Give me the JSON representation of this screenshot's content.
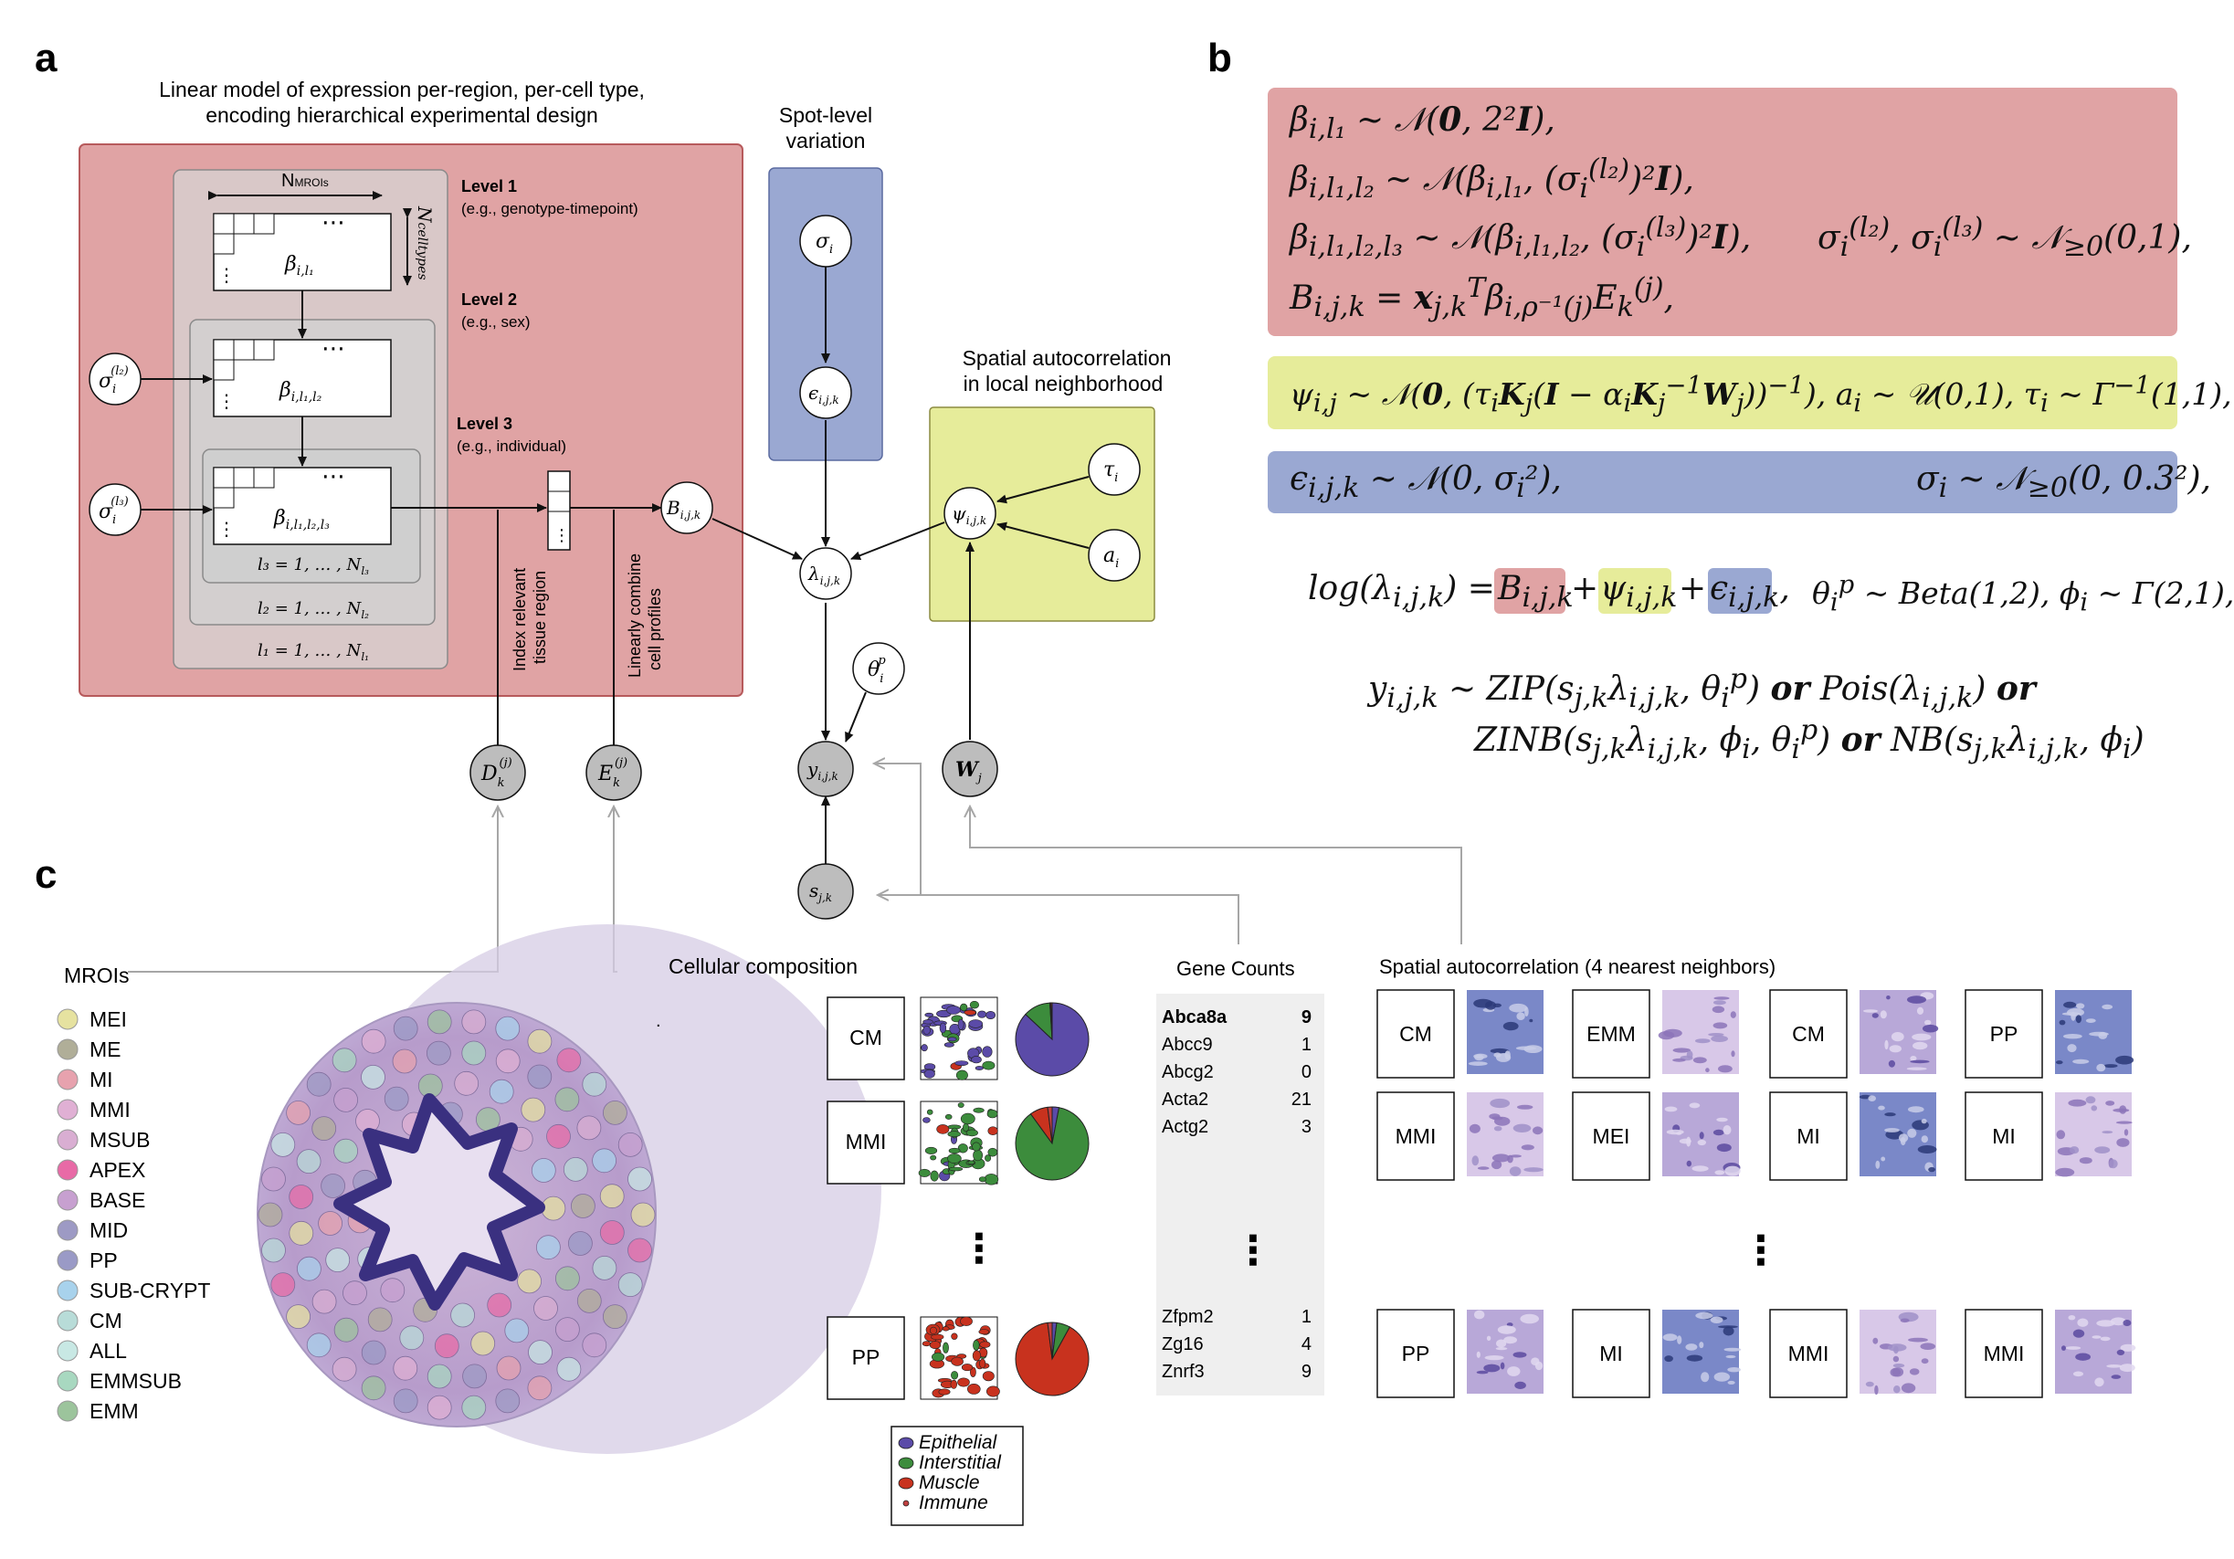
{
  "panel_labels": {
    "a": "a",
    "b": "b",
    "c": "c"
  },
  "panel_a": {
    "linear_model_title": [
      "Linear model of expression per-region, per-cell type,",
      "encoding hierarchical experimental design"
    ],
    "spot_level_title": [
      "Spot-level",
      "variation"
    ],
    "spatial_title": [
      "Spatial autocorrelation",
      "in local neighborhood"
    ],
    "n_mrois": "N",
    "n_mrois_sub": "MROIs",
    "n_celltypes": "N",
    "n_celltypes_sub": "celltypes",
    "ellipsis": "⋯",
    "vellipsis": "⋮",
    "levels": [
      {
        "title": "Level 1",
        "example": "(e.g., genotype-timepoint)",
        "beta": "β",
        "beta_sub": "i,l₁",
        "range": "l₁ = 1, … , N",
        "range_sub": "l₁"
      },
      {
        "title": "Level 2",
        "example": "(e.g., sex)",
        "beta": "β",
        "beta_sub": "i,l₁,l₂",
        "range": "l₂ = 1, … , N",
        "range_sub": "l₂"
      },
      {
        "title": "Level 3",
        "example": "(e.g., individual)",
        "beta": "β",
        "beta_sub": "i,l₁,l₂,l₃",
        "range": "l₃ = 1, … , N",
        "range_sub": "l₃"
      }
    ],
    "index_label": [
      "Index relevant",
      "tissue region"
    ],
    "combine_label": [
      "Linearly combine",
      "cell profiles"
    ],
    "nodes": {
      "sigma_l2": {
        "main": "σ",
        "sub": "i",
        "sup": "(l₂)"
      },
      "sigma_l3": {
        "main": "σ",
        "sub": "i",
        "sup": "(l₃)"
      },
      "B": {
        "main": "B",
        "sub": "i,j,k",
        "sup": ""
      },
      "sigma": {
        "main": "σ",
        "sub": "i",
        "sup": ""
      },
      "epsilon": {
        "main": "ϵ",
        "sub": "i,j,k",
        "sup": ""
      },
      "lambda": {
        "main": "λ",
        "sub": "i,j,k",
        "sup": ""
      },
      "psi": {
        "main": "ψ",
        "sub": "i,j,k",
        "sup": ""
      },
      "tau": {
        "main": "τ",
        "sub": "i",
        "sup": ""
      },
      "a": {
        "main": "a",
        "sub": "i",
        "sup": ""
      },
      "theta": {
        "main": "θ",
        "sub": "i",
        "sup": "p"
      },
      "y": {
        "main": "y",
        "sub": "i,j,k",
        "sup": ""
      },
      "D": {
        "main": "D",
        "sub": "k",
        "sup": "(j)"
      },
      "E": {
        "main": "E",
        "sub": "k",
        "sup": "(j)"
      },
      "W": {
        "main": "W",
        "sub": "j",
        "sup": ""
      },
      "s": {
        "main": "s",
        "sub": "j,k",
        "sup": ""
      }
    }
  },
  "panel_b": {
    "red": [
      "β<sub>i,l₁</sub> ~ 𝒩(<b>0</b>, 2²<b>I</b>),",
      "β<sub>i,l₁,l₂</sub> ~ 𝒩(β<sub>i,l₁</sub>, (σ<sub>i</sub><sup>(l₂)</sup>)²<b>I</b>),",
      "β<sub>i,l₁,l₂,l₃</sub> ~ 𝒩(β<sub>i,l₁,l₂</sub>, (σ<sub>i</sub><sup>(l₃)</sup>)²<b>I</b>),",
      "B<sub>i,j,k</sub> = <b>x</b><sub>j,k</sub><sup>T</sup>β<sub>i,ρ⁻¹(j)</sub>E<sub>k</sub><sup>(j)</sup>,"
    ],
    "red_side": "σ<sub>i</sub><sup>(l₂)</sup>, σ<sub>i</sub><sup>(l₃)</sup> ~ 𝒩<sub>≥0</sub>(0,1),",
    "yellow": "ψ<sub>i,j</sub> ~ 𝒩(<b>0</b>, (τ<sub>i</sub><b>K</b><sub>j</sub>(<b>I</b> − α<sub>i</sub><b>K</b><sub>j</sub><sup>−1</sup><b>W</b><sub>j</sub>))<sup>−1</sup>),  a<sub>i</sub> ~ 𝒰(0,1), τ<sub>i</sub> ~ Γ<sup>−1</sup>(1,1),",
    "blue_left": "ϵ<sub>i,j,k</sub> ~ 𝒩(0, σ<sub>i</sub>²),",
    "blue_right": "σ<sub>i</sub> ~ 𝒩<sub>≥0</sub>(0, 0.3²),",
    "log_lhs": "log(λ<sub>i,j,k</sub>) = ",
    "log_B": "B<sub>i,j,k</sub>",
    "log_psi": "ψ<sub>i,j,k</sub>",
    "log_eps": "ϵ<sub>i,j,k</sub>,",
    "plus": "+",
    "log_rhs": "θ<sub>i</sub><sup>p</sup> ~ Beta(1,2), ϕ<sub>i</sub> ~ Γ(2,1),",
    "y_line1": "y<sub>i,j,k</sub> ~ ZIP(s<sub>j,k</sub>λ<sub>i,j,k</sub>, θ<sub>i</sub><sup>p</sup>) <b>or</b> Pois(λ<sub>i,j,k</sub>) <b>or</b>",
    "y_line2": "ZINB(s<sub>j,k</sub>λ<sub>i,j,k</sub>, ϕ<sub>i</sub>, θ<sub>i</sub><sup>p</sup>) <b>or</b> NB(s<sub>j,k</sub>λ<sub>i,j,k</sub>, ϕ<sub>i</sub>)"
  },
  "panel_c": {
    "mrois_title": "MROIs",
    "legend": [
      {
        "label": "MEI",
        "color": "#e6e2a0"
      },
      {
        "label": "ME",
        "color": "#b0ae98"
      },
      {
        "label": "MI",
        "color": "#e7a2ae"
      },
      {
        "label": "MMI",
        "color": "#e0b0d4"
      },
      {
        "label": "MSUB",
        "color": "#d9aed2"
      },
      {
        "label": "APEX",
        "color": "#e86aa6"
      },
      {
        "label": "BASE",
        "color": "#c7a0d0"
      },
      {
        "label": "MID",
        "color": "#9d9ac4"
      },
      {
        "label": "PP",
        "color": "#9a9ac6"
      },
      {
        "label": "SUB-CRYPT",
        "color": "#a8d2ec"
      },
      {
        "label": "CM",
        "color": "#b8dcd8"
      },
      {
        "label": "ALL",
        "color": "#c8e8e4"
      },
      {
        "label": "EMMSUB",
        "color": "#a8d8c0"
      },
      {
        "label": "EMM",
        "color": "#9cc49c"
      }
    ],
    "cellular_title": "Cellular composition",
    "cell_rows": [
      {
        "label": "CM",
        "pie": [
          0.87,
          0.12,
          0.005,
          0.005
        ]
      },
      {
        "label": "MMI",
        "pie": [
          0.03,
          0.87,
          0.08,
          0.02
        ]
      },
      {
        "label": "PP",
        "pie": [
          0.02,
          0.06,
          0.9,
          0.02
        ]
      }
    ],
    "cell_legend": [
      {
        "label": "Epithelial",
        "color": "#5b4ba8"
      },
      {
        "label": "Interstitial",
        "color": "#3c8c3c"
      },
      {
        "label": "Muscle",
        "color": "#c8321e"
      },
      {
        "label": "Immune",
        "color": "#c04040"
      }
    ],
    "gene_title": "Gene Counts",
    "genes_top": [
      {
        "name": "Abca8a",
        "count": "9"
      },
      {
        "name": "Abcc9",
        "count": "1"
      },
      {
        "name": "Abcg2",
        "count": "0"
      },
      {
        "name": "Acta2",
        "count": "21"
      },
      {
        "name": "Actg2",
        "count": "3"
      }
    ],
    "genes_bottom": [
      {
        "name": "Zfpm2",
        "count": "1"
      },
      {
        "name": "Zg16",
        "count": "4"
      },
      {
        "name": "Znrf3",
        "count": "9"
      }
    ],
    "spatial_title": "Spatial autocorrelation (4 nearest neighbors)",
    "neighbor_rows": [
      [
        "CM",
        "EMM",
        "CM",
        "PP"
      ],
      [
        "MMI",
        "MEI",
        "MI",
        "MI"
      ],
      [
        "PP",
        "MI",
        "MMI",
        "MMI"
      ]
    ],
    "vdots": "⋮",
    "dot": "."
  },
  "colors": {
    "red_panel": "#e0a3a4",
    "red_border": "#b75a5c",
    "blue_panel": "#9aa8d2",
    "yellow_panel": "#e6ec9a",
    "grey_node": "#bdbdbd",
    "plate_level1": "#d9c8c8",
    "plate_level2": "#d3cfcf",
    "plate_level3": "#cfcfcf"
  }
}
